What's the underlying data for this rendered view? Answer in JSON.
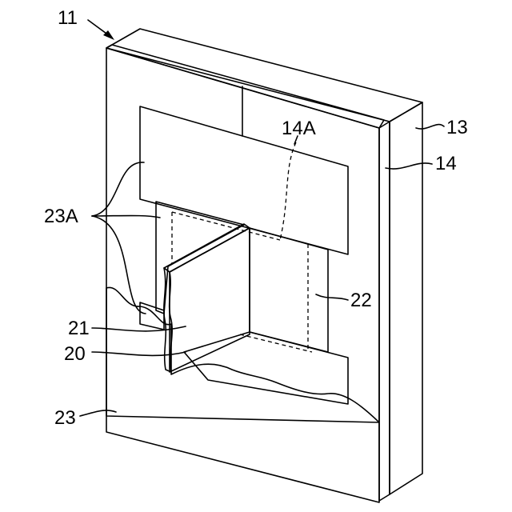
{
  "figure": {
    "labels": {
      "device": "11",
      "substrate": "13",
      "layer": "14",
      "layer_gap": "14A",
      "dotted_regions": "23A",
      "channel": "22",
      "film_front": "21",
      "plate": "20",
      "filler": "23"
    }
  },
  "colors": {
    "ink": "#000000",
    "paper": "#ffffff",
    "dense_dots": "#8a8a8a",
    "light_dots": "#c8c8c8"
  }
}
